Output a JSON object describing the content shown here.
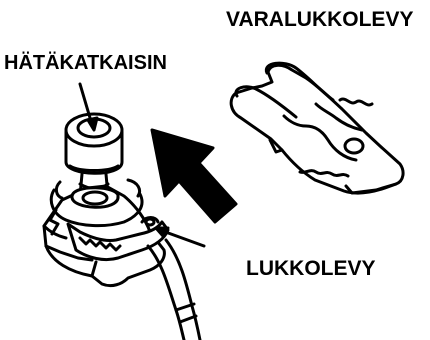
{
  "labels": {
    "spare_lock_plate": "VARALUKKOLEVY",
    "emergency_switch": "HÄTÄKATKAISIN",
    "lock_plate": "LUKKOLEVY"
  }
}
